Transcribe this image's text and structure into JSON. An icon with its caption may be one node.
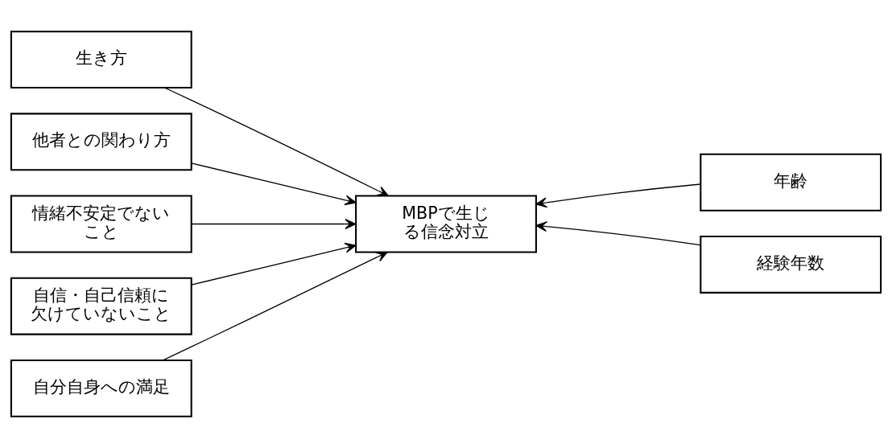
{
  "diagram": {
    "nodes": [
      {
        "text": [
          "生き方"
        ]
      },
      {
        "text": [
          "他者との関わり方"
        ]
      },
      {
        "text": [
          "情緒不安定でないこと"
        ]
      },
      {
        "text": [
          "自信・自己信頼に欠けていないこと"
        ]
      },
      {
        "text": [
          "自分自身への満足"
        ]
      },
      {
        "text": [
          "MBPで生じる信念対立"
        ]
      },
      {
        "text": [
          "年齢"
        ]
      },
      {
        "text": [
          "経験年数"
        ]
      }
    ],
    "edges": [
      {
        "from": 0,
        "to": 5,
        "arrow": "to"
      },
      {
        "from": 1,
        "to": 5,
        "arrow": "to"
      },
      {
        "from": 2,
        "to": 5,
        "arrow": "to"
      },
      {
        "from": 3,
        "to": 5,
        "arrow": "to"
      },
      {
        "from": 4,
        "to": 5,
        "arrow": "to"
      },
      {
        "from": 6,
        "to": 5,
        "arrow": "to"
      },
      {
        "from": 7,
        "to": 5,
        "arrow": "to"
      }
    ]
  }
}
